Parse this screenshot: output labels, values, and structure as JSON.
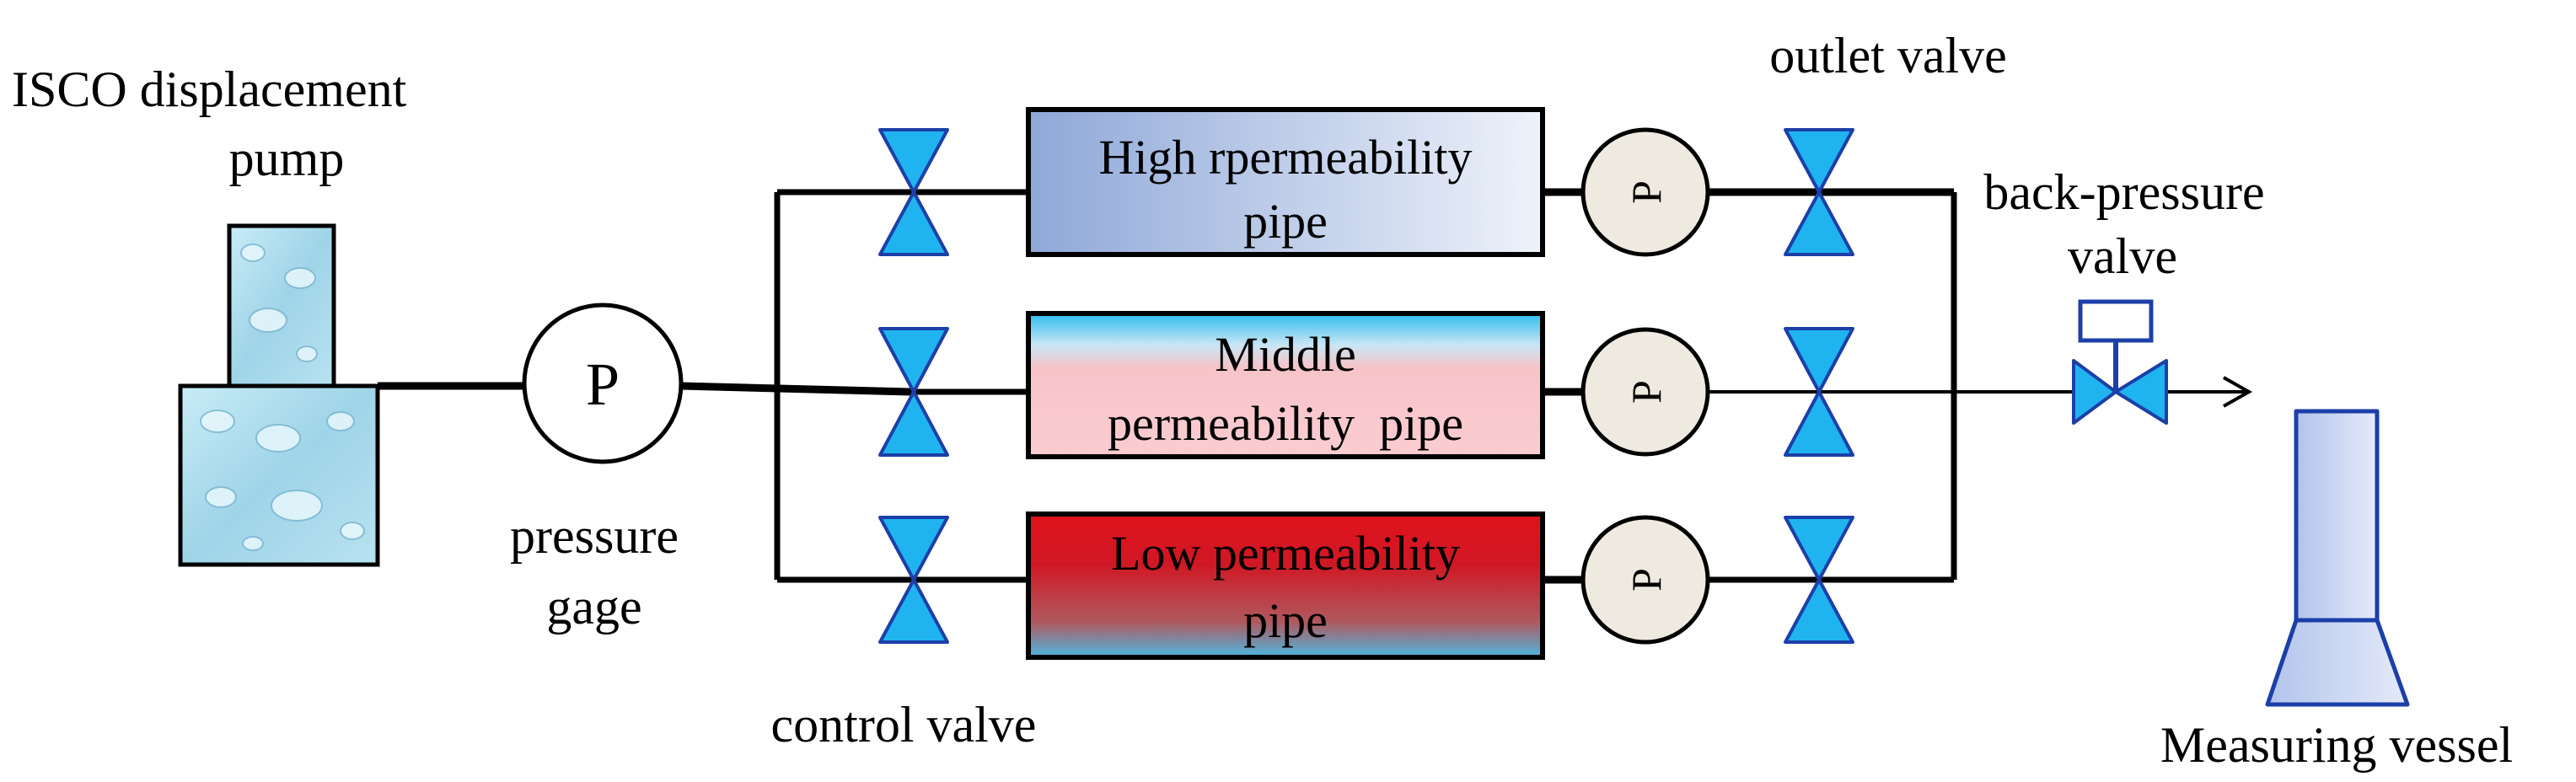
{
  "labels": {
    "pump_line1": "ISCO displacement",
    "pump_line2": "pump",
    "gage_line1": "pressure",
    "gage_line2": "gage",
    "control_valve": "control valve",
    "outlet_valve": "outlet valve",
    "bp_line1": "back-pressure",
    "bp_line2": "valve",
    "vessel": "Measuring vessel",
    "gauge_symbol": "P"
  },
  "pipes": [
    {
      "line1": "High rpermeability",
      "line2": "pipe"
    },
    {
      "line1": "Middle",
      "line2": "permeability  pipe"
    },
    {
      "line1": "Low permeability",
      "line2": "pipe"
    }
  ],
  "colors": {
    "valve_fill": "#1fb4f0",
    "valve_stroke": "#1c3fa8",
    "gauge_fill": "#eeeae0",
    "high_pipe_start": "#8fa8d8",
    "high_pipe_end": "#eef2fa",
    "middle_pipe_top": "#2bbcef",
    "middle_pipe_body": "#f7c3c8",
    "low_pipe_top": "#e0121c",
    "low_pipe_bottom": "#4cb8e0",
    "pump_fill": "#a9d8ea",
    "vessel_fill": "#c4d2f0"
  }
}
